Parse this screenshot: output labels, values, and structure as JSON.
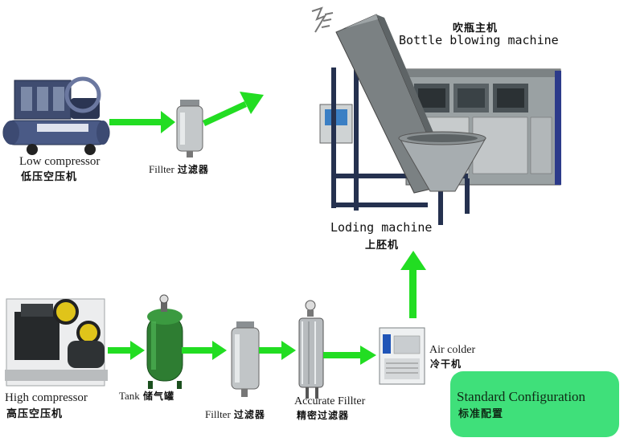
{
  "main_machine": {
    "label_cn": "吹瓶主机",
    "label_en": "Bottle blowing machine"
  },
  "loading_machine": {
    "label_en": "Loding machine",
    "label_cn": "上胚机"
  },
  "low_compressor": {
    "label_en": "Low compressor",
    "label_cn": "低压空压机"
  },
  "filter_top": {
    "label_en": "Fillter",
    "label_cn": "过滤器"
  },
  "high_compressor": {
    "label_en": "High compressor",
    "label_cn": "高压空压机"
  },
  "tank": {
    "label_en": "Tank",
    "label_cn": "储气罐"
  },
  "filter_bottom": {
    "label_en": "Fillter",
    "label_cn": "过滤器"
  },
  "accurate_filter": {
    "label_en": "Accurate Fillter",
    "label_cn": "精密过滤器"
  },
  "air_colder": {
    "label_en": "Air colder",
    "label_cn": "冷干机"
  },
  "standard_config": {
    "label_en": "Standard Configuration",
    "label_cn": "标准配置"
  },
  "colors": {
    "arrow": "#22dd22",
    "badge_fill": "#3fe07a",
    "tank_green": "#2e7d32"
  }
}
